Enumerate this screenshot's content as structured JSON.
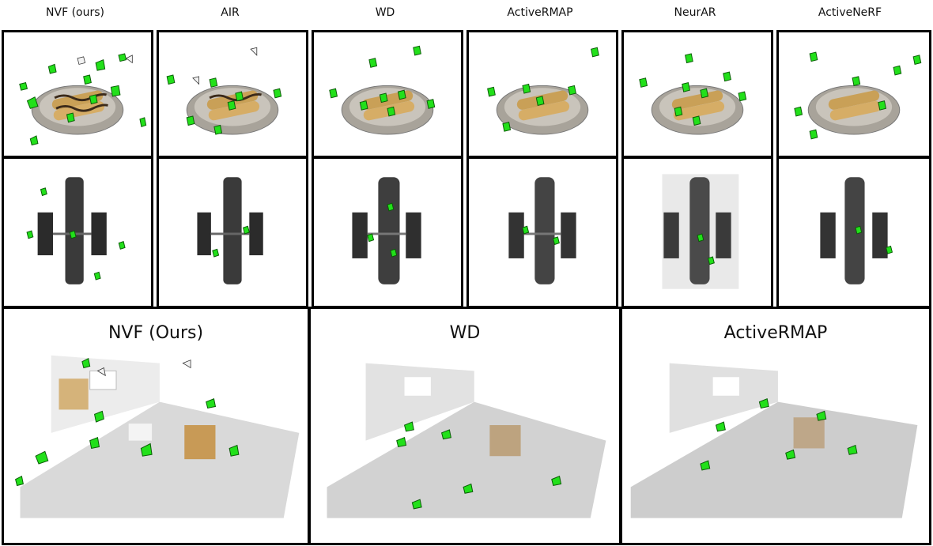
{
  "columns": [
    "NVF (ours)",
    "AIR",
    "WD",
    "ActiveRMAP",
    "NeurAR",
    "ActiveNeRF"
  ],
  "bottom_titles": [
    "NVF (Ours)",
    "WD",
    "ActiveRMAP"
  ],
  "colors": {
    "camera_green": "#22e01a",
    "border": "#000000"
  }
}
